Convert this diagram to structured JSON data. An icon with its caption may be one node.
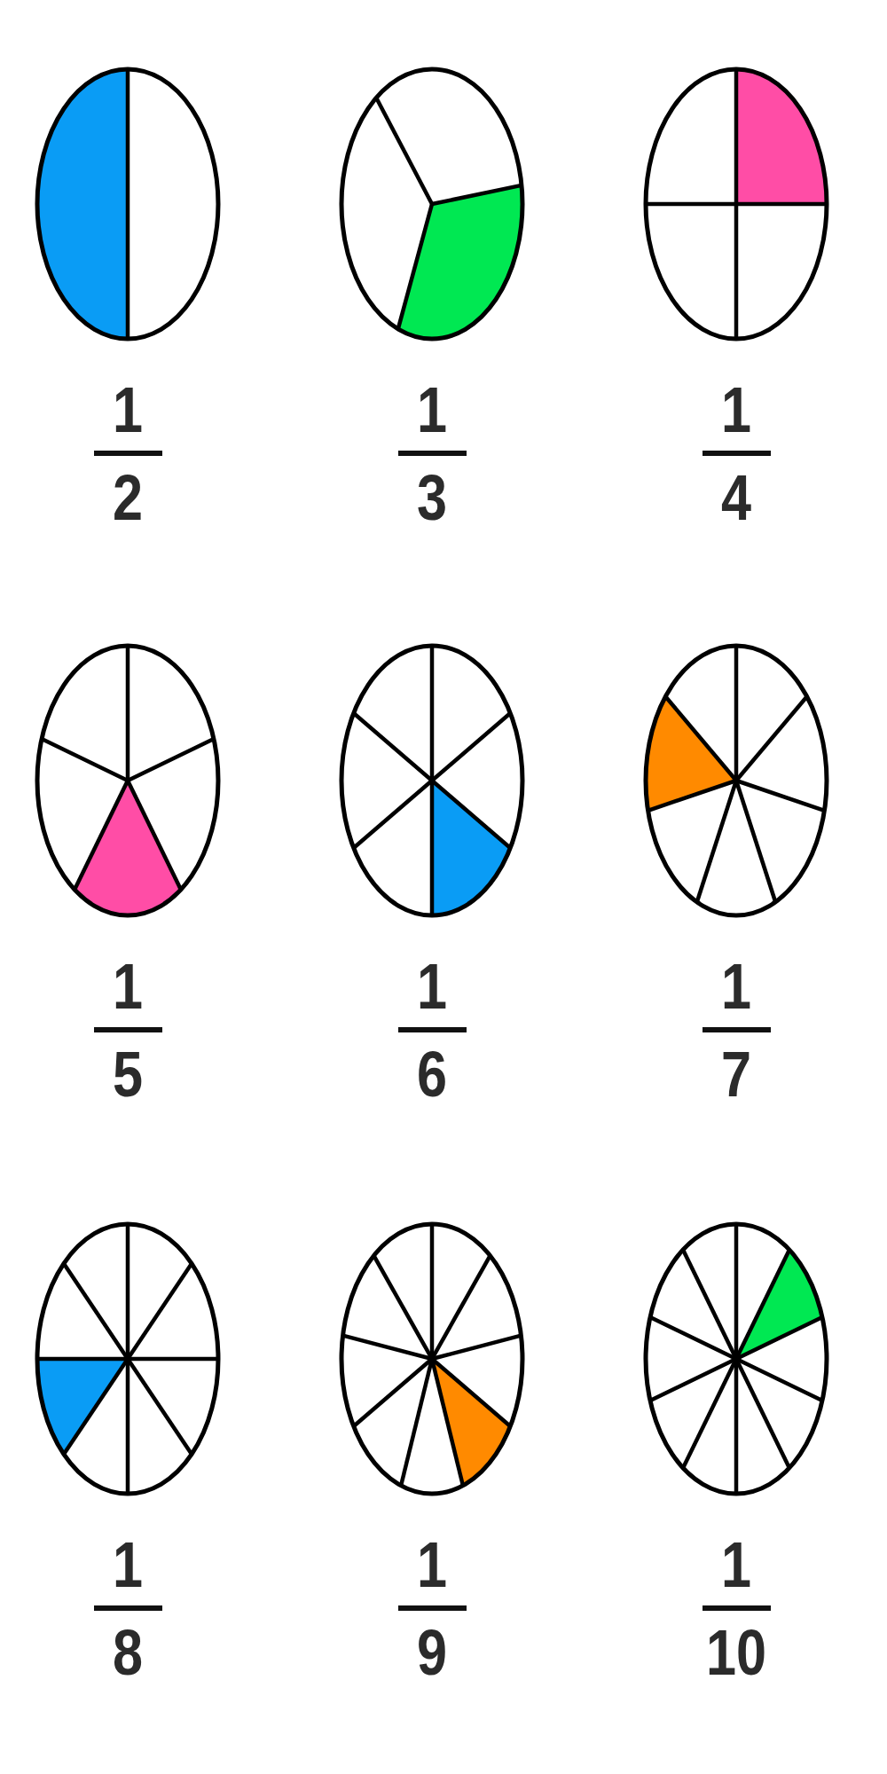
{
  "diagram": {
    "labels": [
      "1",
      "2",
      "1",
      "3",
      "1",
      "4",
      "1",
      "5",
      "1",
      "6",
      "1",
      "7",
      "1",
      "8",
      "1",
      "9",
      "1",
      "10"
    ]
  }
}
